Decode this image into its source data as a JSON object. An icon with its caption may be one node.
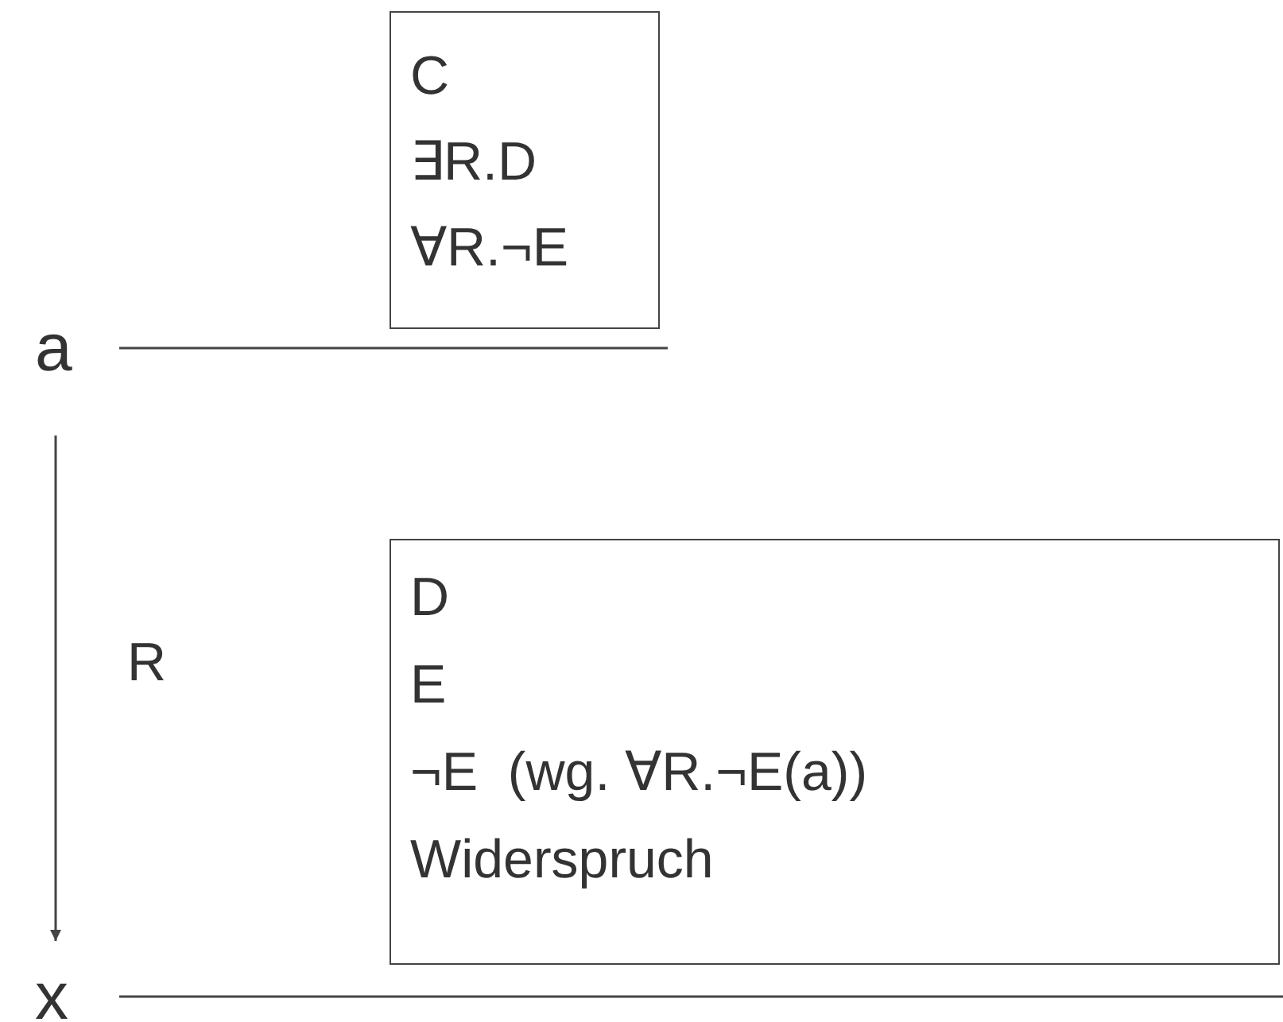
{
  "diagram": {
    "nodes": [
      {
        "text": [
          "C",
          "∃R.D",
          "∀R.¬E"
        ]
      },
      {
        "text": [
          "a"
        ]
      },
      {
        "text": [
          "D",
          "E",
          "¬E  (wg. ∀R.¬E(a))",
          "Widerspruch"
        ]
      },
      {
        "text": [
          "x"
        ]
      }
    ],
    "edges": [
      {
        "from": 1,
        "to": 3,
        "arrow": "to",
        "label": "R"
      }
    ]
  }
}
